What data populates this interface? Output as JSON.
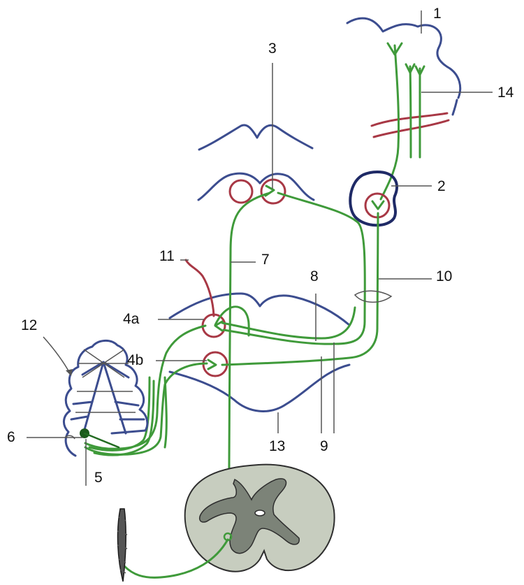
{
  "labels": {
    "l1": "1",
    "l2": "2",
    "l3": "3",
    "l4a": "4a",
    "l4b": "4b",
    "l5": "5",
    "l6": "6",
    "l7": "7",
    "l8": "8",
    "l9": "9",
    "l10": "10",
    "l11": "11",
    "l12": "12",
    "l13": "13",
    "l14": "14"
  },
  "colors": {
    "fiber": "#3f9a3a",
    "nucleus": "#a83845",
    "outline": "#3c4d8f",
    "cord": "#c7cdbf"
  }
}
